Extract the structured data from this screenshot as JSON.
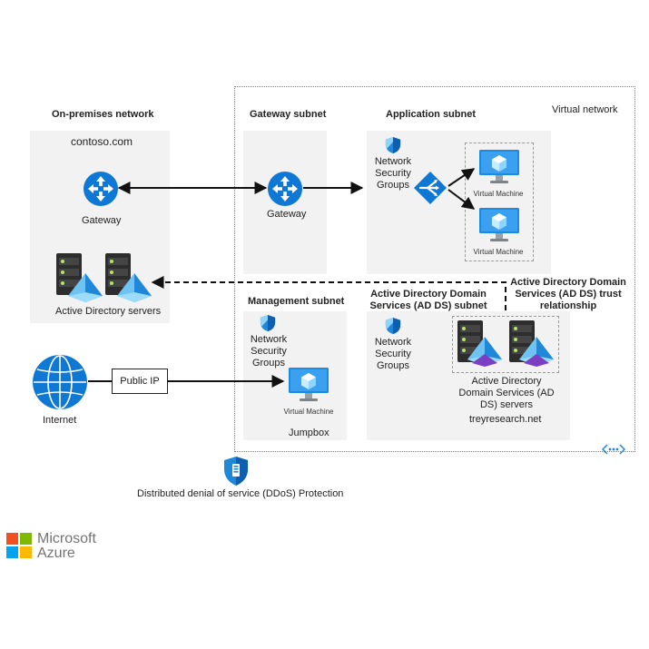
{
  "onprem": {
    "heading": "On-premises network",
    "domain": "contoso.com",
    "gateway_label": "Gateway",
    "ad_label": "Active Directory servers"
  },
  "gateway_subnet": {
    "heading": "Gateway subnet",
    "gateway_label": "Gateway"
  },
  "app_subnet": {
    "heading": "Application subnet",
    "nsg_label": "Network\nSecurity\nGroups",
    "vm1_label": "Virtual Machine",
    "vm2_label": "Virtual Machine"
  },
  "vnet": {
    "label": "Virtual network"
  },
  "trust": {
    "label": "Active Directory Domain\nServices (AD DS) trust\nrelationship"
  },
  "mgmt_subnet": {
    "heading": "Management subnet",
    "nsg_label": "Network\nSecurity\nGroups",
    "vm_label": "Virtual Machine",
    "jumpbox_label": "Jumpbox"
  },
  "adds_subnet": {
    "heading": "Active Directory Domain\nServices (AD DS) subnet",
    "nsg_label": "Network\nSecurity\nGroups",
    "servers_label": "Active Directory\nDomain Services (AD\nDS) servers",
    "domain": "treyresearch.net"
  },
  "internet": {
    "label": "Internet",
    "public_ip": "Public IP"
  },
  "ddos": {
    "label": "Distributed denial of service (DDoS) Protection"
  },
  "brand": {
    "name_line1": "Microsoft",
    "name_line2": "Azure"
  },
  "colors": {
    "azure_blue": "#0f78d4",
    "light_blue": "#5ea0ef",
    "box_gray": "#f2f2f2",
    "server_dark": "#333333",
    "ad_purple": "#7b3fc4",
    "ms_red": "#f25022",
    "ms_green": "#7fba00",
    "ms_blue": "#00a4ef",
    "ms_yellow": "#ffb900"
  }
}
